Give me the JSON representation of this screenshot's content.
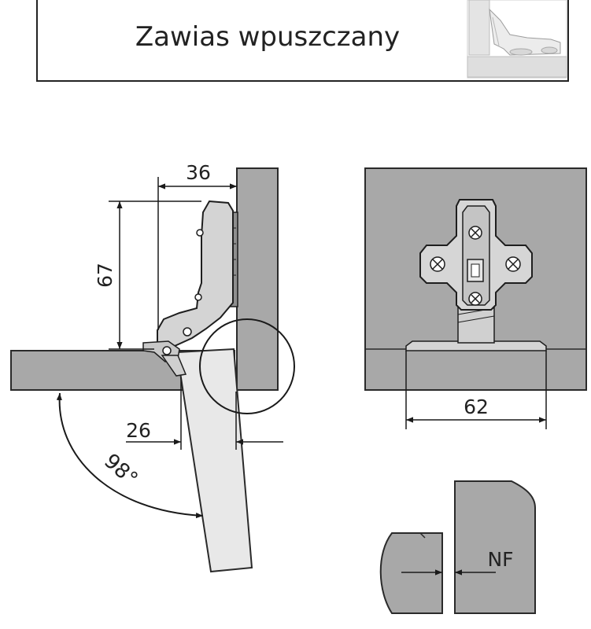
{
  "header": {
    "title": "Zawias wpuszczany"
  },
  "dimensions": {
    "width_top": "36",
    "height_side": "67",
    "overlay": "26",
    "opening_angle": "98°",
    "plate_width": "62",
    "nf_label": "NF"
  },
  "colors": {
    "panel_fill": "#a8a8a8",
    "panel_stroke": "#2a2a2a",
    "hinge_fill": "#d4d4d4",
    "door_fill": "#e8e8e8",
    "line": "#1a1a1a"
  }
}
